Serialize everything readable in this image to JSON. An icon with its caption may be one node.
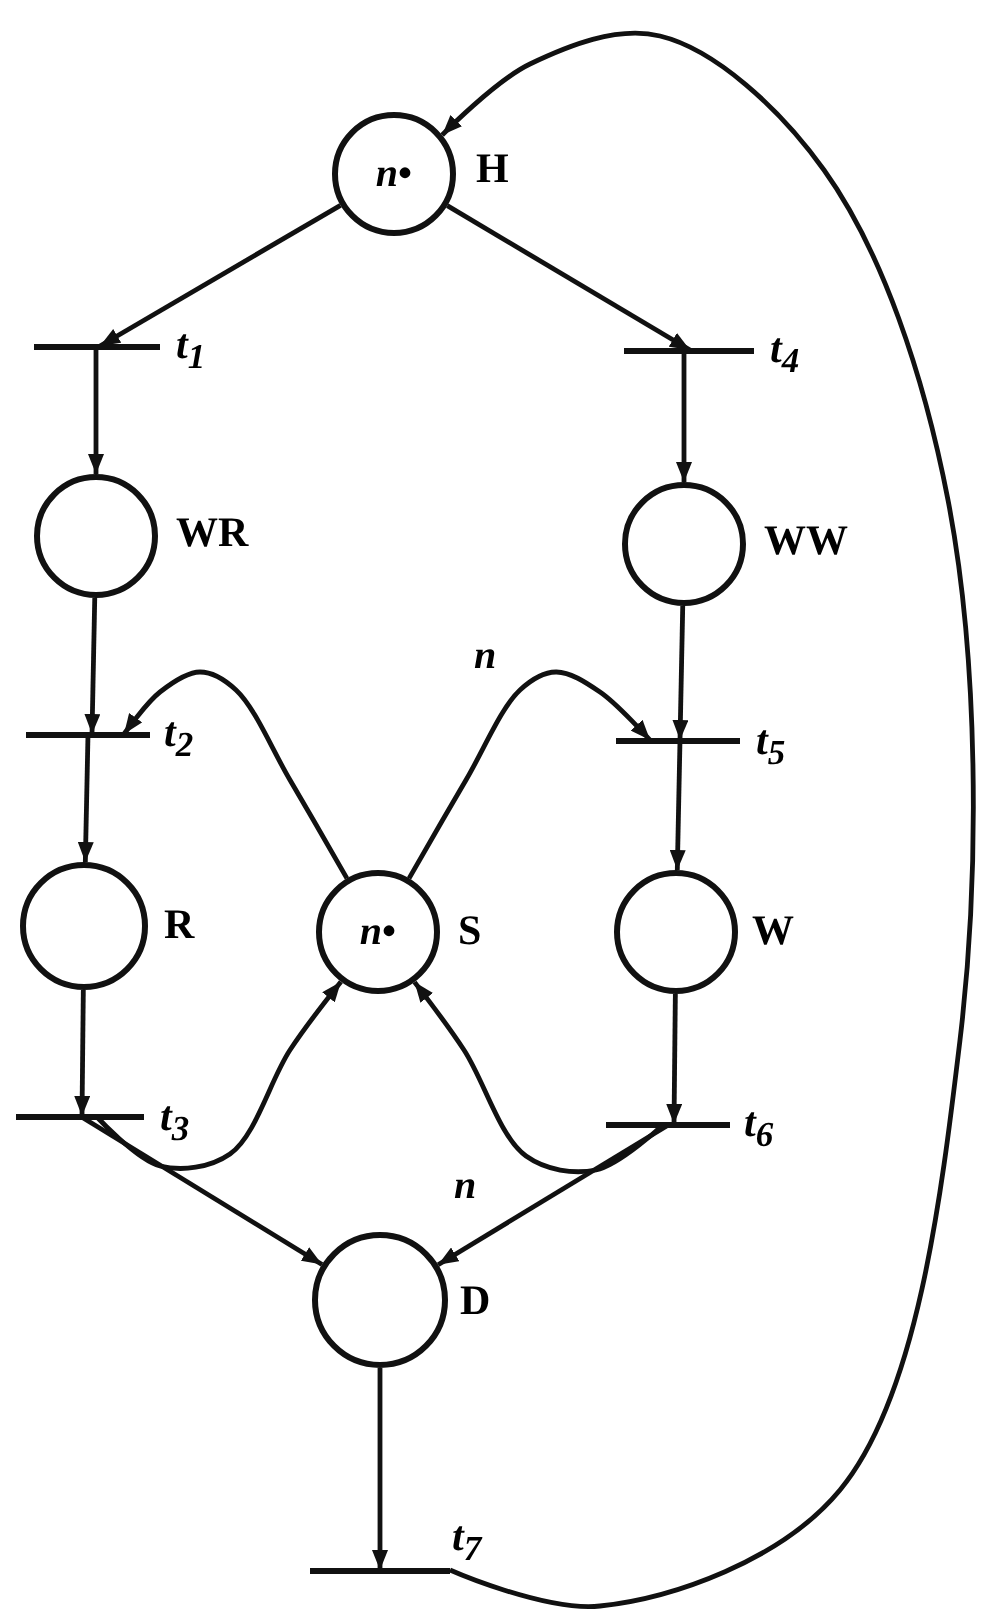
{
  "diagram": {
    "nodes": [
      {
        "text": [
          "*n*•"
        ],
        "beside": [
          "H"
        ]
      },
      {
        "text": [],
        "shape": "bar",
        "beside": [
          "t$_{1}$"
        ]
      },
      {
        "text": [],
        "shape": "bar",
        "beside": [
          "t$_{4}$"
        ]
      },
      {
        "text": [],
        "shape": "circle",
        "beside": [
          "WR"
        ]
      },
      {
        "text": [],
        "shape": "circle",
        "beside": [
          "WW"
        ]
      },
      {
        "text": [],
        "shape": "bar",
        "beside": [
          "t$_{2}$"
        ]
      },
      {
        "text": [],
        "shape": "bar",
        "beside": [
          "t$_{5}$"
        ]
      },
      {
        "text": [],
        "shape": "circle",
        "beside": [
          "R"
        ]
      },
      {
        "text": [
          "*n*•"
        ],
        "beside": [
          "S"
        ]
      },
      {
        "text": [],
        "shape": "circle",
        "beside": [
          "W"
        ]
      },
      {
        "text": [],
        "shape": "bar",
        "beside": [
          "t$_{3}$"
        ]
      },
      {
        "text": [],
        "shape": "bar",
        "beside": [
          "t$_{6}$"
        ]
      },
      {
        "text": [],
        "shape": "circle",
        "beside": [
          "D"
        ]
      },
      {
        "text": [],
        "shape": "bar",
        "beside": [
          "t$_{7}$"
        ]
      }
    ],
    "edges": [
      {
        "from": 0,
        "to": 1,
        "arrow": "to"
      },
      {
        "from": 0,
        "to": 2,
        "arrow": "to"
      },
      {
        "from": 1,
        "to": 3,
        "arrow": "to"
      },
      {
        "from": 2,
        "to": 4,
        "arrow": "to"
      },
      {
        "from": 3,
        "to": 5,
        "arrow": "to"
      },
      {
        "from": 4,
        "to": 6,
        "arrow": "to"
      },
      {
        "from": 8,
        "to": 5,
        "arrow": "to"
      },
      {
        "from": 8,
        "to": 6,
        "arrow": "to",
        "label": "n"
      },
      {
        "from": 5,
        "to": 7,
        "arrow": "to"
      },
      {
        "from": 6,
        "to": 9,
        "arrow": "to"
      },
      {
        "from": 7,
        "to": 10,
        "arrow": "to"
      },
      {
        "from": 9,
        "to": 11,
        "arrow": "to"
      },
      {
        "from": 10,
        "to": 8,
        "arrow": "to"
      },
      {
        "from": 11,
        "to": 8,
        "arrow": "to",
        "label": "n"
      },
      {
        "from": 10,
        "to": 12,
        "arrow": "to"
      },
      {
        "from": 11,
        "to": 12,
        "arrow": "to"
      },
      {
        "from": 12,
        "to": 13,
        "arrow": "to"
      },
      {
        "from": 13,
        "to": 0,
        "arrow": "to"
      }
    ]
  }
}
